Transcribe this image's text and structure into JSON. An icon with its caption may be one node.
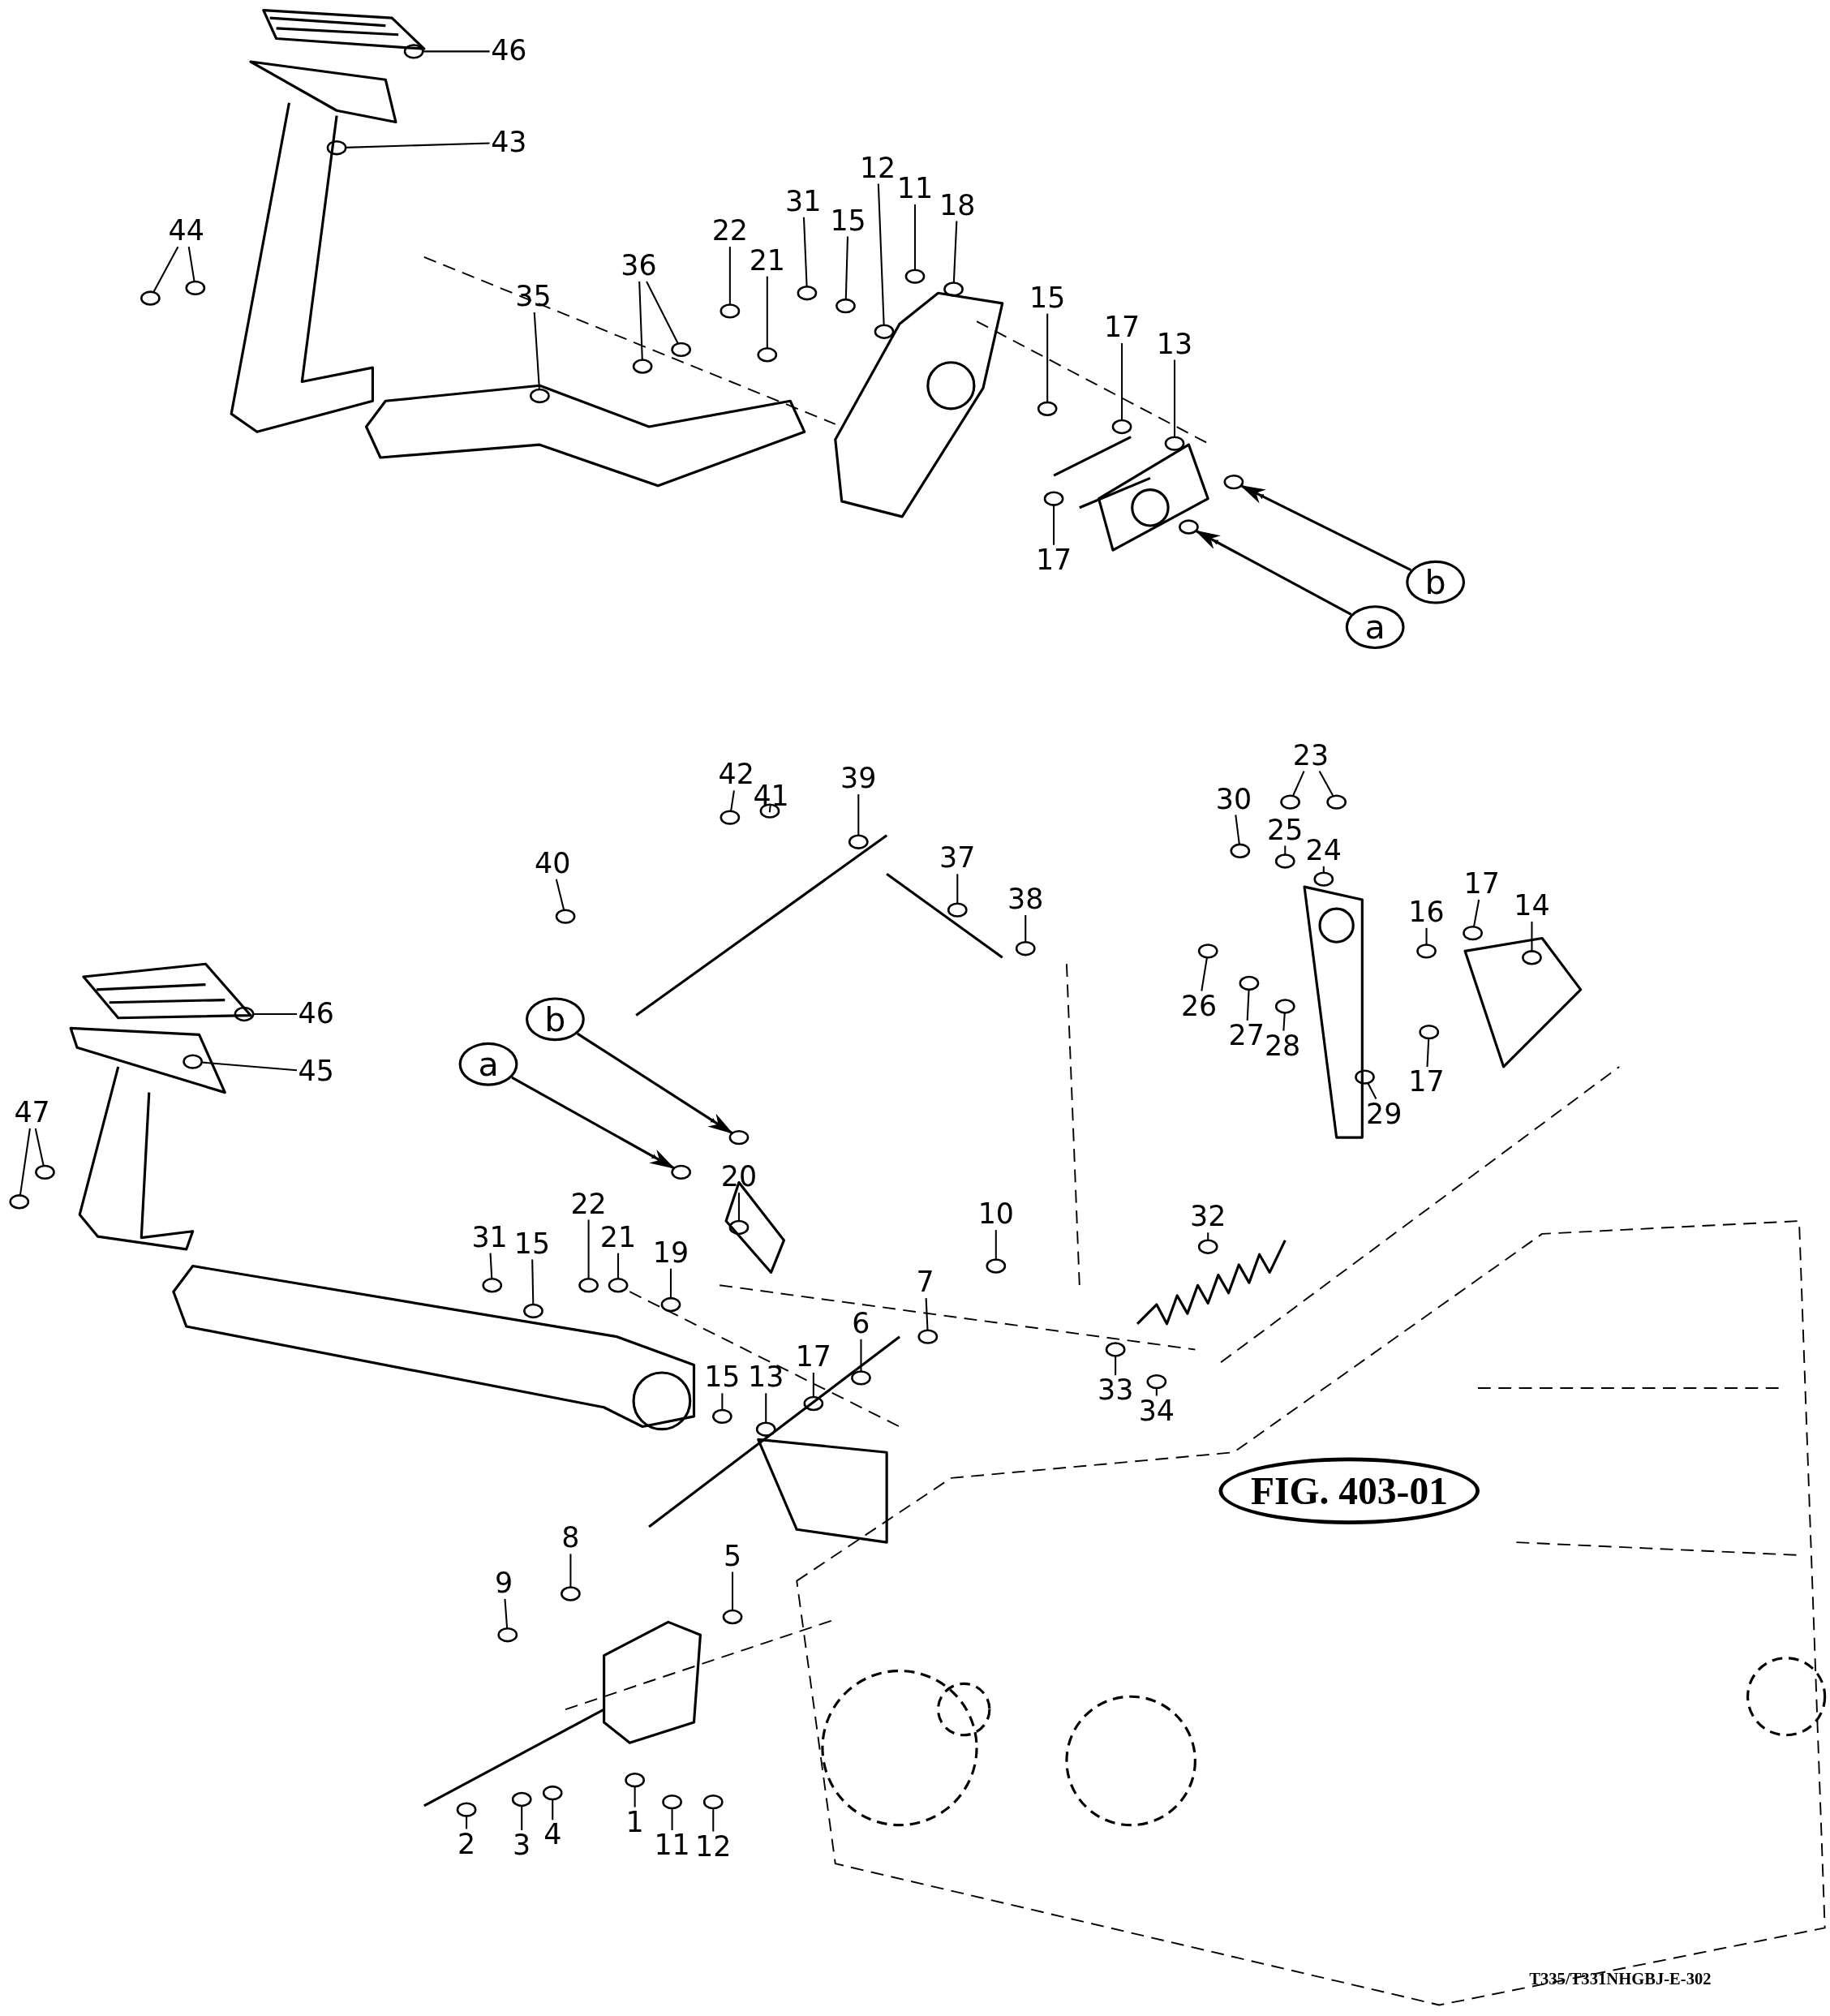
{
  "diagram": {
    "nodes": [
      {
        "text": [
          "46"
        ]
      },
      {
        "text": [
          "43"
        ]
      },
      {
        "text": [
          "44"
        ]
      },
      {
        "text": [
          "35"
        ]
      },
      {
        "text": [
          "36"
        ]
      },
      {
        "text": [
          "22"
        ]
      },
      {
        "text": [
          "21"
        ]
      },
      {
        "text": [
          "31"
        ]
      },
      {
        "text": [
          "15"
        ]
      },
      {
        "text": [
          "12"
        ]
      },
      {
        "text": [
          "11"
        ]
      },
      {
        "text": [
          "18"
        ]
      },
      {
        "text": [
          "15"
        ]
      },
      {
        "text": [
          "17"
        ]
      },
      {
        "text": [
          "13"
        ]
      },
      {
        "text": [
          "17"
        ]
      },
      {
        "text": [
          "b"
        ]
      },
      {
        "text": [
          "a"
        ]
      },
      {
        "text": [
          "42"
        ]
      },
      {
        "text": [
          "41"
        ]
      },
      {
        "text": [
          "39"
        ]
      },
      {
        "text": [
          "40"
        ]
      },
      {
        "text": [
          "37"
        ]
      },
      {
        "text": [
          "38"
        ]
      },
      {
        "text": [
          "23"
        ]
      },
      {
        "text": [
          "30"
        ]
      },
      {
        "text": [
          "25"
        ]
      },
      {
        "text": [
          "24"
        ]
      },
      {
        "text": [
          "17"
        ]
      },
      {
        "text": [
          "14"
        ]
      },
      {
        "text": [
          "16"
        ]
      },
      {
        "text": [
          "26"
        ]
      },
      {
        "text": [
          "27"
        ]
      },
      {
        "text": [
          "28"
        ]
      },
      {
        "text": [
          "29"
        ]
      },
      {
        "text": [
          "17"
        ]
      },
      {
        "text": [
          "46"
        ]
      },
      {
        "text": [
          "45"
        ]
      },
      {
        "text": [
          "47"
        ]
      },
      {
        "text": [
          "b"
        ]
      },
      {
        "text": [
          "a"
        ]
      },
      {
        "text": [
          "20"
        ]
      },
      {
        "text": [
          "10"
        ]
      },
      {
        "text": [
          "22"
        ]
      },
      {
        "text": [
          "31"
        ]
      },
      {
        "text": [
          "15"
        ]
      },
      {
        "text": [
          "21"
        ]
      },
      {
        "text": [
          "19"
        ]
      },
      {
        "text": [
          "32"
        ]
      },
      {
        "text": [
          "7"
        ]
      },
      {
        "text": [
          "6"
        ]
      },
      {
        "text": [
          "15"
        ]
      },
      {
        "text": [
          "13"
        ]
      },
      {
        "text": [
          "17"
        ]
      },
      {
        "text": [
          "33"
        ]
      },
      {
        "text": [
          "34"
        ]
      },
      {
        "text": [
          "8"
        ]
      },
      {
        "text": [
          "5"
        ]
      },
      {
        "text": [
          "9"
        ]
      },
      {
        "text": [
          "2"
        ]
      },
      {
        "text": [
          "3"
        ]
      },
      {
        "text": [
          "4"
        ]
      },
      {
        "text": [
          "1"
        ]
      },
      {
        "text": [
          "11"
        ]
      },
      {
        "text": [
          "12"
        ]
      },
      {
        "text": [
          "FIG. 403-01"
        ]
      },
      {
        "text": [],
        "shape": "circle"
      },
      {
        "text": [],
        "shape": "circle"
      },
      {
        "text": [],
        "shape": "circle"
      },
      {
        "text": [],
        "shape": "circle"
      },
      {
        "text": [],
        "shape": "circle"
      },
      {
        "text": [],
        "shape": "circle"
      },
      {
        "text": [],
        "shape": "circle"
      },
      {
        "text": [],
        "shape": "circle"
      },
      {
        "text": [],
        "shape": "circle"
      },
      {
        "text": [],
        "shape": "circle"
      },
      {
        "text": [],
        "shape": "circle"
      },
      {
        "text": [],
        "shape": "circle"
      },
      {
        "text": [],
        "shape": "circle"
      },
      {
        "text": [],
        "shape": "circle"
      },
      {
        "text": [],
        "shape": "circle"
      },
      {
        "text": [],
        "shape": "circle"
      },
      {
        "text": [],
        "shape": "circle"
      },
      {
        "text": [],
        "shape": "circle"
      },
      {
        "text": [],
        "shape": "circle"
      },
      {
        "text": [],
        "shape": "circle"
      },
      {
        "text": [],
        "shape": "circle"
      },
      {
        "text": [],
        "shape": "circle"
      },
      {
        "text": [],
        "shape": "circle"
      },
      {
        "text": [],
        "shape": "circle"
      },
      {
        "text": [],
        "shape": "circle"
      },
      {
        "text": [],
        "shape": "circle"
      },
      {
        "text": [],
        "shape": "circle"
      },
      {
        "text": [],
        "shape": "circle"
      },
      {
        "text": [],
        "shape": "circle"
      },
      {
        "text": [],
        "shape": "circle"
      },
      {
        "text": [],
        "shape": "circle"
      },
      {
        "text": [],
        "shape": "circle"
      },
      {
        "text": [],
        "shape": "circle"
      },
      {
        "text": [],
        "shape": "circle"
      },
      {
        "text": [],
        "shape": "circle"
      },
      {
        "text": [],
        "shape": "circle"
      },
      {
        "text": [],
        "shape": "circle"
      },
      {
        "text": [],
        "shape": "circle"
      },
      {
        "text": [],
        "shape": "circle"
      },
      {
        "text": [],
        "shape": "circle"
      },
      {
        "text": [],
        "shape": "circle"
      },
      {
        "text": [],
        "shape": "circle"
      },
      {
        "text": [],
        "shape": "circle"
      },
      {
        "text": [],
        "shape": "circle"
      },
      {
        "text": [],
        "shape": "circle"
      },
      {
        "text": [],
        "shape": "circle"
      },
      {
        "text": [],
        "shape": "circle"
      },
      {
        "text": [],
        "shape": "circle"
      },
      {
        "text": [],
        "shape": "circle"
      },
      {
        "text": [],
        "shape": "circle"
      },
      {
        "text": [],
        "shape": "circle"
      },
      {
        "text": [],
        "shape": "circle"
      },
      {
        "text": [],
        "shape": "circle"
      },
      {
        "text": [],
        "shape": "circle"
      },
      {
        "text": [],
        "shape": "circle"
      },
      {
        "text": [],
        "shape": "circle"
      },
      {
        "text": [],
        "shape": "circle"
      },
      {
        "text": [],
        "shape": "circle"
      },
      {
        "text": [],
        "shape": "circle"
      },
      {
        "text": [],
        "shape": "circle"
      },
      {
        "text": [],
        "shape": "circle"
      },
      {
        "text": [],
        "shape": "circle"
      },
      {
        "text": [],
        "shape": "circle"
      },
      {
        "text": [],
        "shape": "circle"
      },
      {
        "text": [],
        "shape": "circle"
      },
      {
        "text": [],
        "shape": "circle"
      },
      {
        "text": [],
        "shape": "circle"
      },
      {
        "text": [],
        "shape": "circle"
      },
      {
        "text": [],
        "shape": "circle"
      }
    ],
    "edges": [
      {
        "from": 0,
        "to": 66,
        "arrow": "none"
      },
      {
        "from": 1,
        "to": 67,
        "arrow": "none"
      },
      {
        "from": 2,
        "to": 68,
        "arrow": "none"
      },
      {
        "from": 2,
        "to": 69,
        "arrow": "none"
      },
      {
        "from": 3,
        "to": 70,
        "arrow": "none"
      },
      {
        "from": 4,
        "to": 71,
        "arrow": "none"
      },
      {
        "from": 4,
        "to": 72,
        "arrow": "none"
      },
      {
        "from": 5,
        "to": 73,
        "arrow": "none"
      },
      {
        "from": 6,
        "to": 74,
        "arrow": "none"
      },
      {
        "from": 7,
        "to": 75,
        "arrow": "none"
      },
      {
        "from": 8,
        "to": 76,
        "arrow": "none"
      },
      {
        "from": 9,
        "to": 77,
        "arrow": "none"
      },
      {
        "from": 10,
        "to": 78,
        "arrow": "none"
      },
      {
        "from": 11,
        "to": 79,
        "arrow": "none"
      },
      {
        "from": 12,
        "to": 80,
        "arrow": "none"
      },
      {
        "from": 13,
        "to": 81,
        "arrow": "none"
      },
      {
        "from": 14,
        "to": 82,
        "arrow": "none"
      },
      {
        "from": 15,
        "to": 83,
        "arrow": "none"
      },
      {
        "from": 16,
        "to": 84,
        "arrow": "to"
      },
      {
        "from": 17,
        "to": 85,
        "arrow": "to"
      },
      {
        "from": 18,
        "to": 86,
        "arrow": "none"
      },
      {
        "from": 19,
        "to": 87,
        "arrow": "none"
      },
      {
        "from": 20,
        "to": 88,
        "arrow": "none"
      },
      {
        "from": 21,
        "to": 89,
        "arrow": "none"
      },
      {
        "from": 22,
        "to": 90,
        "arrow": "none"
      },
      {
        "from": 23,
        "to": 91,
        "arrow": "none"
      },
      {
        "from": 24,
        "to": 92,
        "arrow": "none"
      },
      {
        "from": 24,
        "to": 93,
        "arrow": "none"
      },
      {
        "from": 25,
        "to": 94,
        "arrow": "none"
      },
      {
        "from": 26,
        "to": 95,
        "arrow": "none"
      },
      {
        "from": 27,
        "to": 96,
        "arrow": "none"
      },
      {
        "from": 28,
        "to": 97,
        "arrow": "none"
      },
      {
        "from": 29,
        "to": 98,
        "arrow": "none"
      },
      {
        "from": 30,
        "to": 99,
        "arrow": "none"
      },
      {
        "from": 31,
        "to": 100,
        "arrow": "none"
      },
      {
        "from": 32,
        "to": 101,
        "arrow": "none"
      },
      {
        "from": 33,
        "to": 102,
        "arrow": "none"
      },
      {
        "from": 34,
        "to": 103,
        "arrow": "none"
      },
      {
        "from": 35,
        "to": 104,
        "arrow": "none"
      },
      {
        "from": 36,
        "to": 105,
        "arrow": "none"
      },
      {
        "from": 37,
        "to": 106,
        "arrow": "none"
      },
      {
        "from": 38,
        "to": 107,
        "arrow": "none"
      },
      {
        "from": 38,
        "to": 108,
        "arrow": "none"
      },
      {
        "from": 39,
        "to": 109,
        "arrow": "to"
      },
      {
        "from": 40,
        "to": 110,
        "arrow": "to"
      },
      {
        "from": 41,
        "to": 111,
        "arrow": "none"
      },
      {
        "from": 42,
        "to": 112,
        "arrow": "none"
      },
      {
        "from": 43,
        "to": 113,
        "arrow": "none"
      },
      {
        "from": 44,
        "to": 114,
        "arrow": "none"
      },
      {
        "from": 45,
        "to": 115,
        "arrow": "none"
      },
      {
        "from": 46,
        "to": 116,
        "arrow": "none"
      },
      {
        "from": 47,
        "to": 117,
        "arrow": "none"
      },
      {
        "from": 48,
        "to": 118,
        "arrow": "none"
      },
      {
        "from": 49,
        "to": 119,
        "arrow": "none"
      },
      {
        "from": 50,
        "to": 120,
        "arrow": "none"
      },
      {
        "from": 51,
        "to": 121,
        "arrow": "none"
      },
      {
        "from": 52,
        "to": 122,
        "arrow": "none"
      },
      {
        "from": 53,
        "to": 123,
        "arrow": "none"
      },
      {
        "from": 54,
        "to": 124,
        "arrow": "none"
      },
      {
        "from": 55,
        "to": 125,
        "arrow": "none"
      },
      {
        "from": 56,
        "to": 126,
        "arrow": "none"
      },
      {
        "from": 57,
        "to": 127,
        "arrow": "none"
      },
      {
        "from": 58,
        "to": 128,
        "arrow": "none"
      },
      {
        "from": 59,
        "to": 129,
        "arrow": "none"
      },
      {
        "from": 60,
        "to": 130,
        "arrow": "none"
      },
      {
        "from": 61,
        "to": 131,
        "arrow": "none"
      },
      {
        "from": 62,
        "to": 132,
        "arrow": "none"
      },
      {
        "from": 63,
        "to": 133,
        "arrow": "none"
      },
      {
        "from": 64,
        "to": 134,
        "arrow": "none"
      }
    ],
    "labels": [
      "T335/T331NHGBJ-E-302"
    ]
  }
}
